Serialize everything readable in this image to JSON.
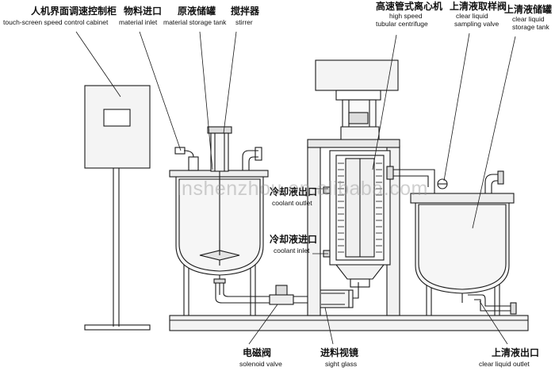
{
  "labels": {
    "cabinet_cn": "人机界面调速控制柜",
    "cabinet_en": "touch-screen speed control cabinet",
    "inlet_cn": "物料进口",
    "inlet_en": "material inlet",
    "storage_cn": "原液储罐",
    "storage_en": "material storage tank",
    "stirrer_cn": "搅拌器",
    "stirrer_en": "stirrer",
    "centrifuge_cn": "高速管式离心机",
    "centrifuge_en1": "high speed",
    "centrifuge_en2": "tubular  centrifuge",
    "sampling_cn": "上清液取样阀",
    "sampling_en1": "clear liquid",
    "sampling_en2": "sampling valve",
    "clear_tank_cn": "上清液储罐",
    "clear_tank_en1": "clear liquid",
    "clear_tank_en2": "storage tank",
    "coolant_out_cn": "冷却液出口",
    "coolant_out_en": "coolant outlet",
    "coolant_in_cn": "冷却液进口",
    "coolant_in_en": "coolant inlet",
    "solenoid_cn": "电磁阀",
    "solenoid_en": "solenoid valve",
    "sight_cn": "进料视镜",
    "sight_en": "sight glass",
    "clear_out_cn": "上清液出口",
    "clear_out_en": "clear liquid outlet"
  },
  "watermark": "lnshenzhou.en.alibaba.com",
  "colors": {
    "line": "#1a1a1a",
    "fill_light": "#f2f2f2",
    "fill_dark": "#c8c8c8"
  }
}
